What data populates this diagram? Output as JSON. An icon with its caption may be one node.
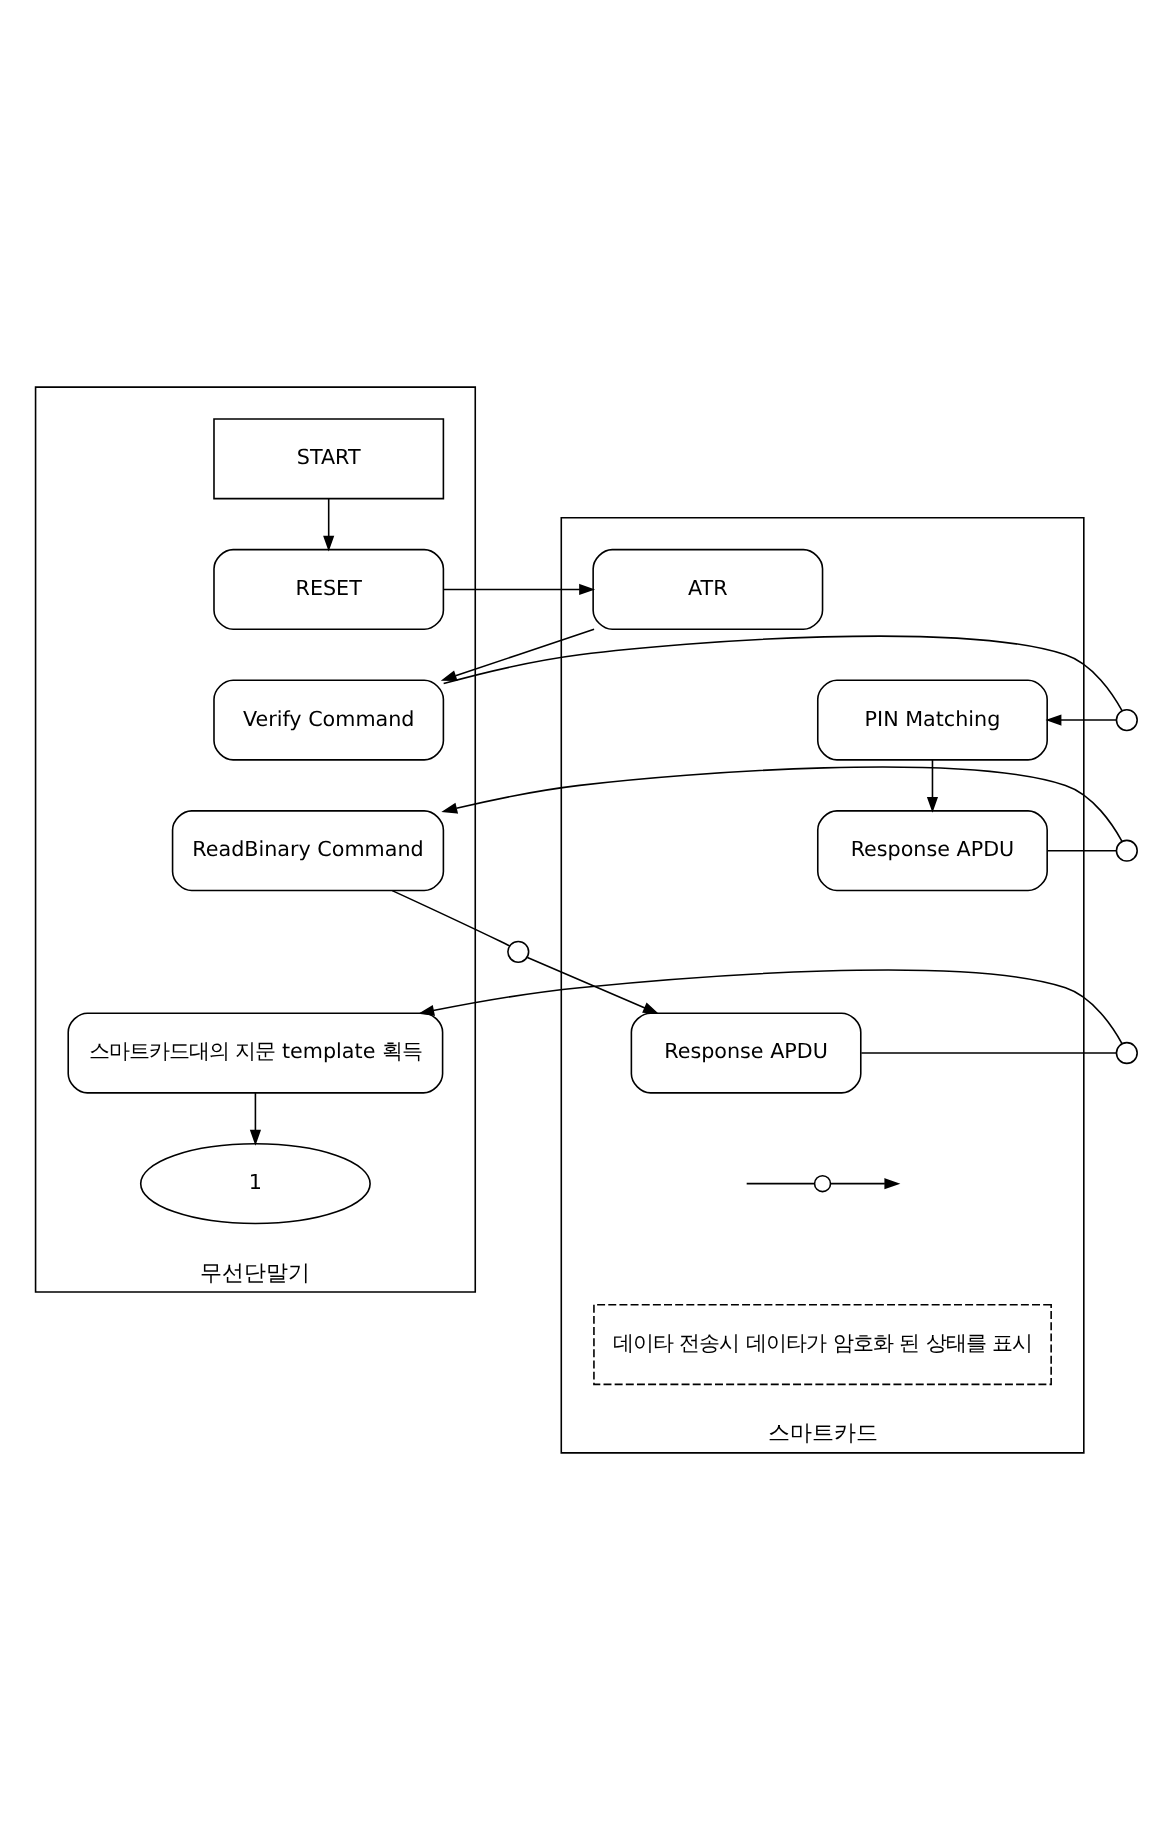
{
  "diagram": {
    "nodes": [
      {
        "text": [
          "무선단말기"
        ]
      },
      {
        "text": [
          "START"
        ],
        "in": 0
      },
      {
        "text": [
          "RESET"
        ],
        "in": 0
      },
      {
        "text": [
          "Verify Command"
        ],
        "in": 0
      },
      {
        "text": [
          "ReadBinary Command"
        ],
        "in": 0
      },
      {
        "text": [
          "스마트카드대의 지문 template 획득"
        ],
        "in": 0
      },
      {
        "text": [
          "1"
        ],
        "in": 0
      },
      {
        "text": [
          "스마트카드"
        ]
      },
      {
        "text": [
          "ATR"
        ],
        "in": 7
      },
      {
        "text": [
          "PIN Matching"
        ],
        "in": 7
      },
      {
        "text": [
          "Response APDU"
        ],
        "in": 7
      },
      {
        "text": [
          "Response APDU"
        ],
        "in": 7
      },
      {
        "text": [],
        "shape": "circle"
      },
      {
        "text": [],
        "shape": "circle"
      },
      {
        "text": [],
        "shape": "circle"
      },
      {
        "text": [],
        "shape": "circle"
      }
    ],
    "edges": [
      {
        "from": 1,
        "to": 2,
        "arrow": "to"
      },
      {
        "from": 2,
        "to": 8,
        "arrow": "to"
      },
      {
        "from": 8,
        "to": 3,
        "arrow": "to"
      },
      {
        "from": 3,
        "to": 12,
        "arrow": "none"
      },
      {
        "from": 12,
        "to": 9,
        "arrow": "to"
      },
      {
        "from": 9,
        "to": 10,
        "arrow": "to"
      },
      {
        "from": 10,
        "to": 13,
        "arrow": "none"
      },
      {
        "from": 13,
        "to": 4,
        "arrow": "to"
      },
      {
        "from": 4,
        "to": 14,
        "arrow": "none"
      },
      {
        "from": 14,
        "to": 11,
        "arrow": "to"
      },
      {
        "from": 11,
        "to": 15,
        "arrow": "none"
      },
      {
        "from": 15,
        "to": 5,
        "arrow": "to"
      },
      {
        "from": 5,
        "to": 6,
        "arrow": "to"
      }
    ],
    "legend": [
      {
        "text": "데이타 전송시 데이타가 암호화 된 상태를 표시"
      }
    ]
  }
}
